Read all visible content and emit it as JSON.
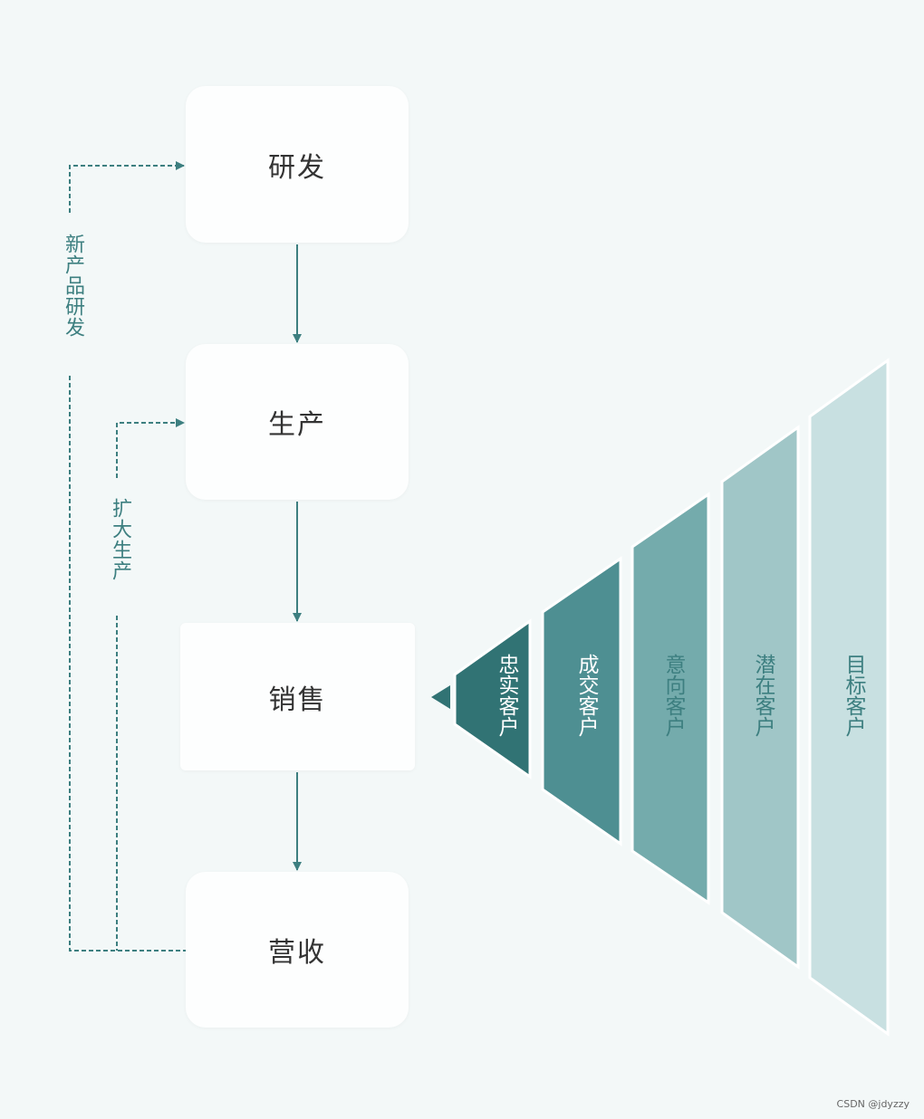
{
  "flow": {
    "steps": [
      "研发",
      "生产",
      "销售",
      "营收"
    ],
    "loops": {
      "new_product": "新产品研发",
      "expand": "扩大生产"
    }
  },
  "funnel": {
    "segments": [
      {
        "label": "忠实客户",
        "color": "#317374",
        "text_color": "#ffffff"
      },
      {
        "label": "成交客户",
        "color": "#4e8f92",
        "text_color": "#ffffff"
      },
      {
        "label": "意向客户",
        "color": "#74abac",
        "text_color": "#3d7f80"
      },
      {
        "label": "潜在客户",
        "color": "#a0c6c7",
        "text_color": "#3d7f80"
      },
      {
        "label": "目标客户",
        "color": "#c8e0e1",
        "text_color": "#3d7f80"
      }
    ],
    "tip_color": "#317374"
  },
  "colors": {
    "line": "#3d7f80",
    "background": "#f3f8f8"
  },
  "watermark": "CSDN @jdyzzy"
}
